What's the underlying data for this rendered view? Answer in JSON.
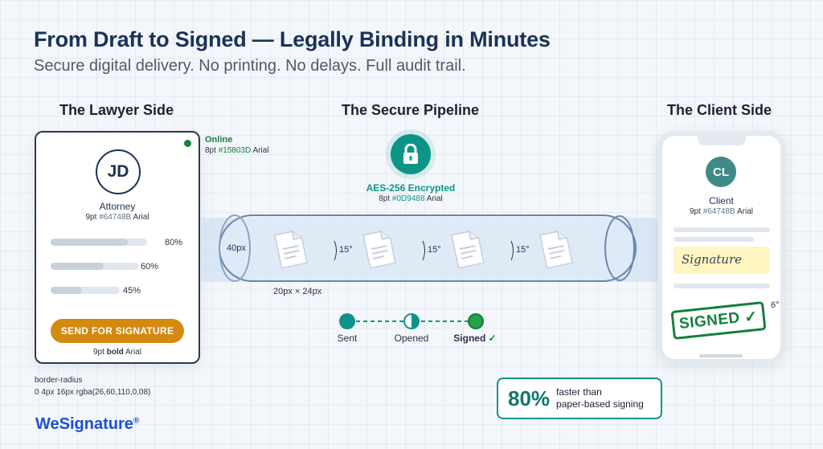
{
  "title": "From Draft to Signed — Legally Binding in Minutes",
  "subtitle": "Secure digital delivery. No printing. No delays. Full audit trail.",
  "lawyer": {
    "heading": "The Lawyer Side",
    "initials": "JD",
    "role": "Attorney",
    "role_spec_prefix": "9pt",
    "role_spec_hex": "#64748B",
    "role_spec_font": "Arial",
    "bars": [
      {
        "label": "80%",
        "value": 0.8
      },
      {
        "label": "60%",
        "value": 0.6
      },
      {
        "label": "45%",
        "value": 0.45
      }
    ],
    "button_label": "SEND FOR SIGNATURE",
    "button_spec_prefix": "9pt",
    "button_spec_bold": "bold",
    "button_spec_font": "Arial",
    "status_label": "Online",
    "status_spec_prefix": "8pt",
    "status_spec_hex": "#15803D",
    "status_spec_font": "Arial",
    "status_color": "#15803D",
    "shadow_note_line1": "border-radius",
    "shadow_note_line2": "0 4px 16px rgba(26,60,110,0.08)"
  },
  "pipeline": {
    "heading": "The Secure Pipeline",
    "encryption_label": "AES-256 Encrypted",
    "encryption_spec_prefix": "8pt",
    "encryption_spec_hex": "#0D9488",
    "encryption_spec_font": "Arial",
    "encryption_color": "#0D9488",
    "tube_label": "40px",
    "doc_size_label": "20px × 24px",
    "angle_labels": [
      "15°",
      "15°",
      "15°"
    ],
    "steps": [
      {
        "label": "Sent",
        "state": "filled"
      },
      {
        "label": "Opened",
        "state": "half"
      },
      {
        "label": "Signed",
        "state": "complete",
        "check": "✓"
      }
    ]
  },
  "client": {
    "heading": "The Client Side",
    "initials": "CL",
    "role": "Client",
    "role_spec_prefix": "9pt",
    "role_spec_hex": "#64748B",
    "role_spec_font": "Arial",
    "signature_text": "Signature",
    "stamp_label": "SIGNED",
    "stamp_check": "✓",
    "stamp_angle_label": "6°"
  },
  "stat": {
    "value": "80%",
    "line1": "faster than",
    "line2": "paper-based signing"
  },
  "brand": {
    "name": "WeSignature",
    "mark": "®"
  }
}
